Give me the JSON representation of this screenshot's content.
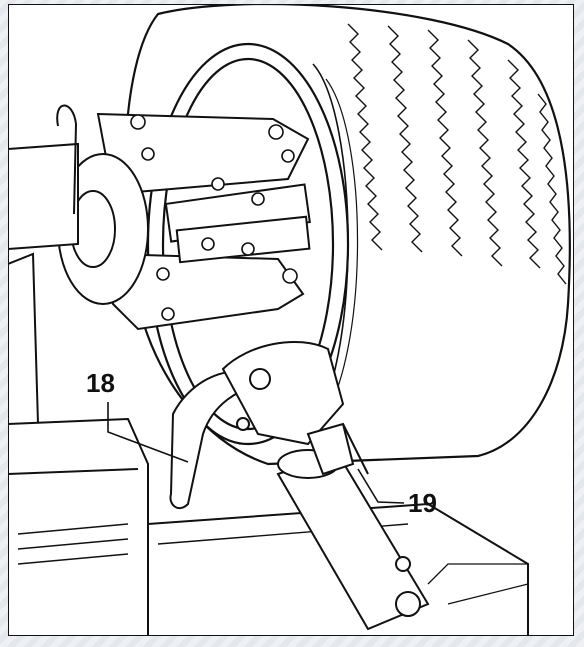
{
  "figure": {
    "callouts": [
      {
        "label": "18",
        "part": "mount-demount-hook"
      },
      {
        "label": "19",
        "part": "bead-tool-tip"
      }
    ],
    "colors": {
      "ink": "#111111",
      "paper": "#ffffff",
      "frame": "#e6e8ec"
    }
  }
}
